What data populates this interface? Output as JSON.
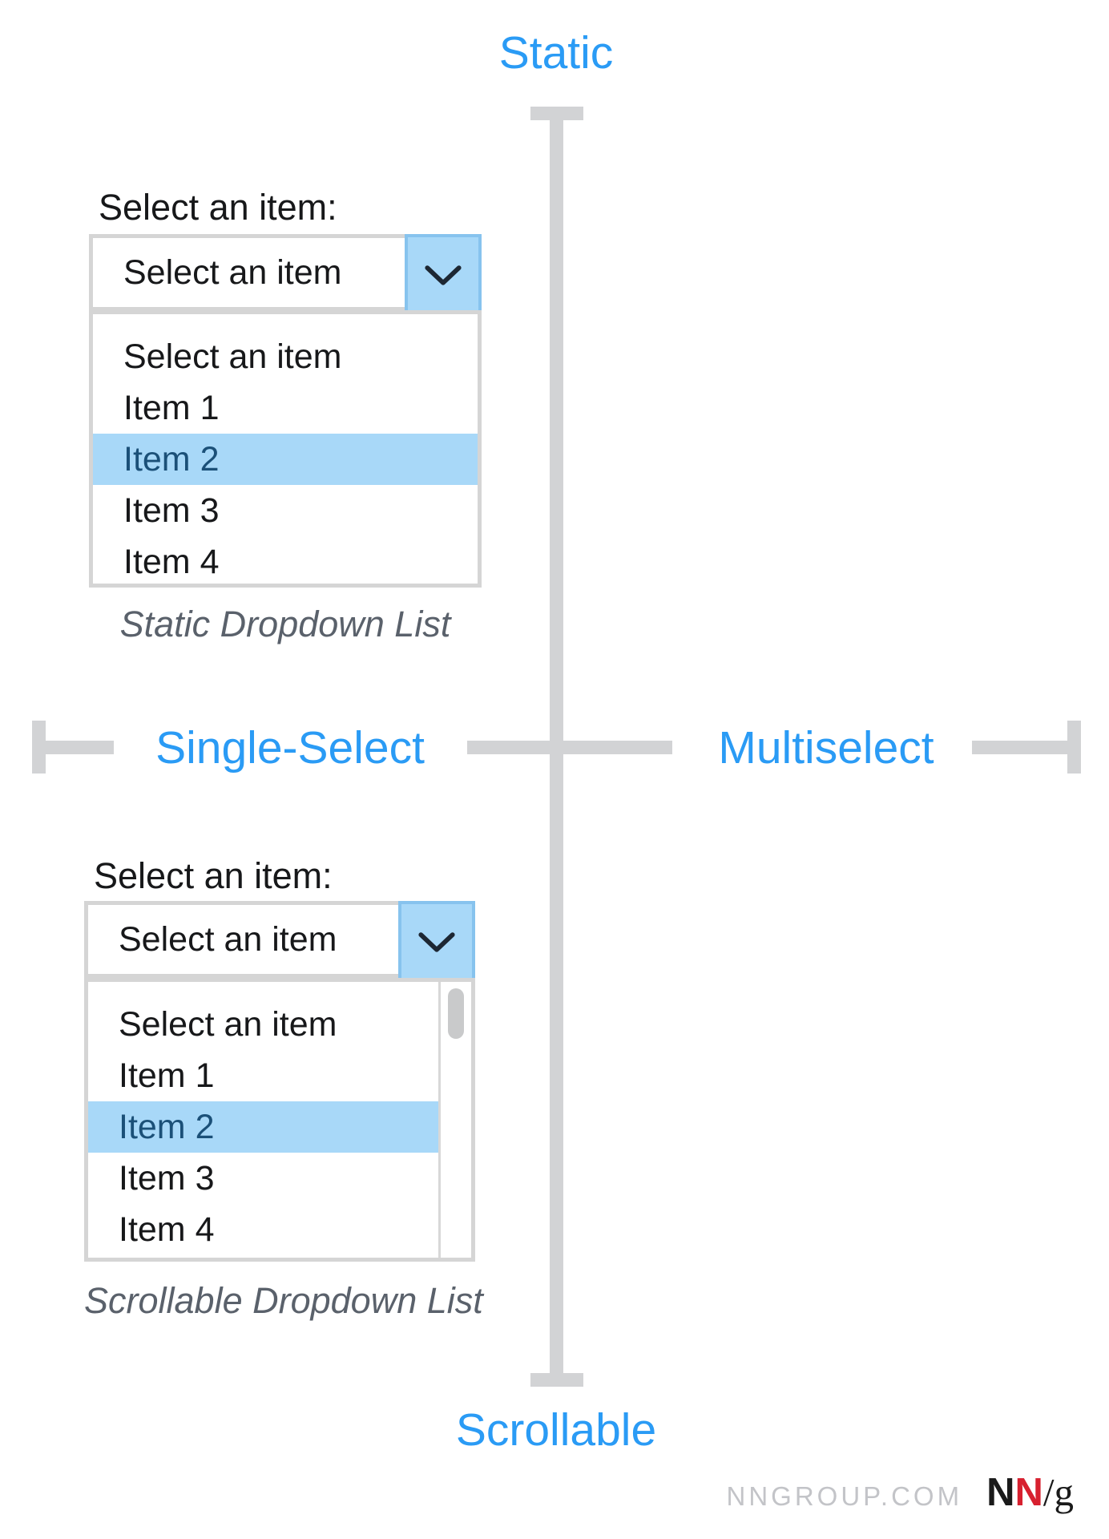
{
  "axes": {
    "top": "Static",
    "bottom": "Scrollable",
    "left": "Single-Select",
    "right": "Multiselect"
  },
  "dropdown_static": {
    "label": "Select an item:",
    "value": "Select an item",
    "options": [
      "Select an item",
      "Item 1",
      "Item 2",
      "Item 3",
      "Item 4"
    ],
    "selected_index": 2,
    "selected_option": "Item 2",
    "caption": "Static Dropdown List"
  },
  "dropdown_scrollable": {
    "label": "Select an item:",
    "value": "Select an item",
    "options": [
      "Select an item",
      "Item 1",
      "Item 2",
      "Item 3",
      "Item 4"
    ],
    "selected_index": 2,
    "selected_option": "Item 2",
    "caption": "Scrollable Dropdown List",
    "has_scrollbar": true
  },
  "icons": {
    "dropdown_button": "chevron-down-icon"
  },
  "footer": {
    "site": "NNGROUP.COM",
    "logo_n1": "N",
    "logo_n2": "N",
    "logo_suffix": "/g"
  },
  "colors": {
    "accent_blue": "#2A9BF5",
    "highlight_blue": "#A8D8F8",
    "highlight_button_border": "#87C3EE",
    "selected_text_blue": "#1B5078",
    "axis_gray": "#D2D3D5",
    "border_gray": "#D5D5D5",
    "caption_gray": "#5A616B",
    "scroll_thumb_gray": "#C9CACB",
    "footer_gray": "#C3C4C8",
    "logo_red": "#D7202F",
    "text_black": "#17181A"
  }
}
